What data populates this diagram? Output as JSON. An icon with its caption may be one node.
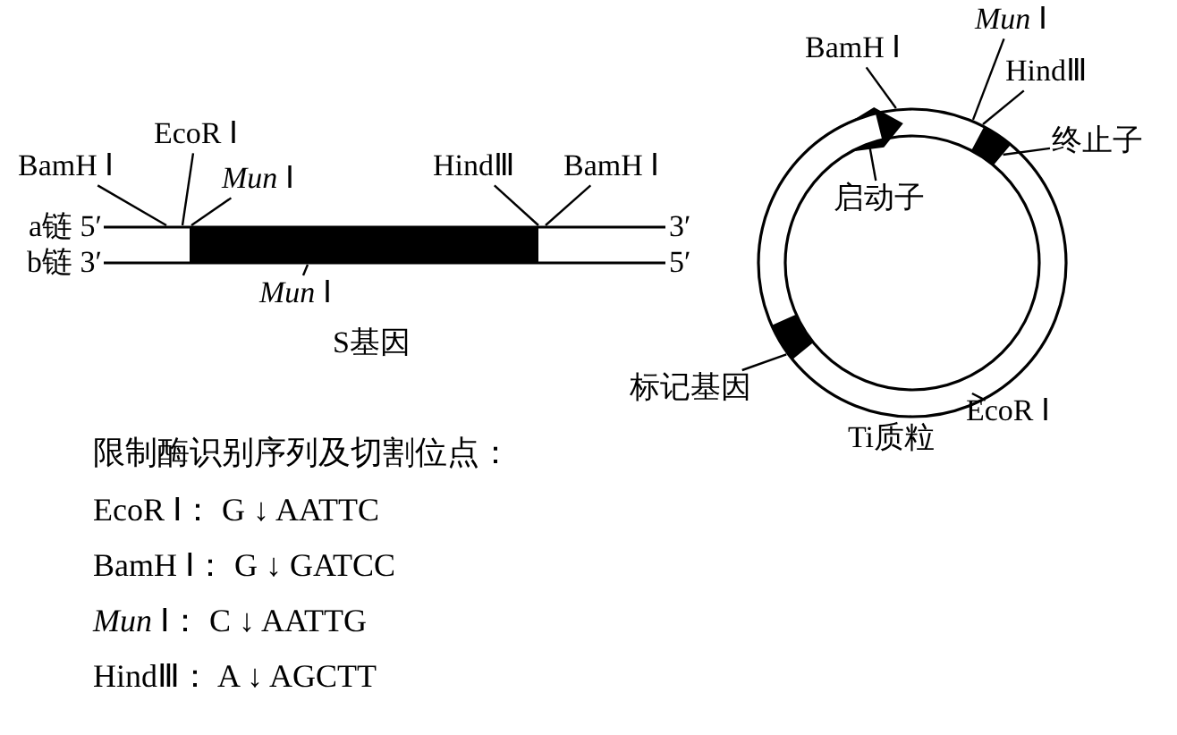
{
  "diagram": {
    "nodes": [
      {
        "text": [
          "BamH Ⅰ"
        ]
      },
      {
        "text": [
          "EcoR Ⅰ"
        ]
      },
      {
        "text": [
          "*Mun* Ⅰ"
        ]
      },
      {
        "text": [
          "HindⅢ"
        ]
      },
      {
        "text": [
          "BamH Ⅰ"
        ]
      },
      {
        "text": [
          "*Mun* Ⅰ"
        ]
      },
      {
        "text": [
          "Ti质粒"
        ]
      },
      {
        "text": [
          "BamH Ⅰ"
        ]
      },
      {
        "text": [
          "*Mun* Ⅰ"
        ]
      },
      {
        "text": [
          "HindⅢ"
        ]
      },
      {
        "text": [
          "终止子"
        ]
      },
      {
        "text": [
          "启动子"
        ],
        "in": 6
      },
      {
        "text": [
          "标记基因"
        ]
      },
      {
        "text": [
          "EcoR Ⅰ"
        ]
      },
      {
        "text": [],
        "shape": "box",
        "in": 6
      },
      {
        "text": [],
        "shape": "box",
        "in": 6
      },
      {
        "text": [],
        "shape": "box",
        "in": 6
      },
      {
        "text": [],
        "shape": "bar"
      }
    ],
    "edges": [
      {
        "from": 0,
        "to": 17,
        "arrow": "none"
      },
      {
        "from": 1,
        "to": 17,
        "arrow": "none"
      },
      {
        "from": 2,
        "to": 17,
        "arrow": "none"
      },
      {
        "from": 3,
        "to": 17,
        "arrow": "none"
      },
      {
        "from": 4,
        "to": 17,
        "arrow": "none"
      },
      {
        "from": 5,
        "to": 17,
        "arrow": "none"
      },
      {
        "from": 7,
        "to": 6,
        "arrow": "none"
      },
      {
        "from": 8,
        "to": 6,
        "arrow": "none"
      },
      {
        "from": 9,
        "to": 6,
        "arrow": "none"
      },
      {
        "from": 10,
        "to": 15,
        "arrow": "none"
      },
      {
        "from": 11,
        "to": 14,
        "arrow": "none"
      },
      {
        "from": 12,
        "to": 16,
        "arrow": "none"
      },
      {
        "from": 13,
        "to": 6,
        "arrow": "none"
      }
    ],
    "labels": [
      "a链 5′",
      "b链 3′",
      "3′",
      "5′",
      "S基因",
      "限制酶识别序列及切割位点：",
      "EcoR Ⅰ： G ↓ AATTC",
      "BamH Ⅰ： G ↓ GATCC",
      "*Mun* Ⅰ： C ↓ AATTG",
      "HindⅢ： A ↓ AGCTT"
    ]
  }
}
